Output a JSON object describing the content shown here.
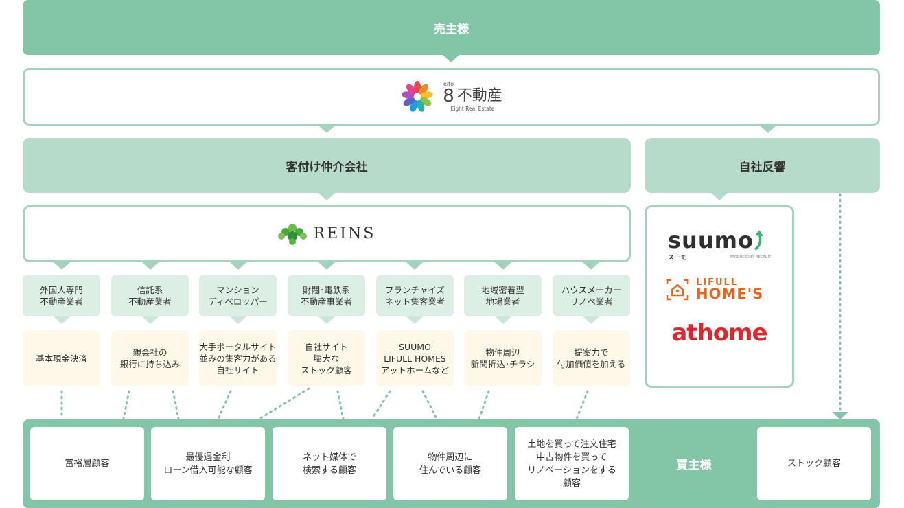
{
  "seller": {
    "label": "売主様"
  },
  "company": {
    "ruby": "eito",
    "numeral": "8",
    "name": "不動産",
    "english": "Eight Real Estate"
  },
  "brokers": {
    "label": "客付け仲介会社"
  },
  "own_response": {
    "label": "自社反響"
  },
  "reins": {
    "label": "REINS"
  },
  "portals": {
    "suumo": {
      "name": "suumo",
      "kana": "スーモ",
      "tagline": "PRODUCED BY RECRUIT"
    },
    "lifull": {
      "line1": "LIFULL",
      "line2": "HOME'S"
    },
    "athome": {
      "name": "athome",
      "left": "at",
      "right": "home"
    }
  },
  "categories": [
    "外国人専門\n不動産業者",
    "信託系\n不動産業者",
    "マンション\nディベロッパー",
    "財閥･電鉄系\n不動産事業者",
    "フランチャイズ\nネット集客業者",
    "地域密着型\n地場業者",
    "ハウスメーカー\nリノベ業者"
  ],
  "tactics": [
    "基本現金決済",
    "親会社の\n銀行に持ち込み",
    "大手ポータルサイト\n並みの集客力がある\n自社サイト",
    "自社サイト\n膨大な\nストック顧客",
    "SUUMO\nLIFULL HOMES\nアットホームなど",
    "物件周辺\n新聞折込･チラシ",
    "提案力で\n付加価値を加える"
  ],
  "buyers": {
    "label": "買主様",
    "segments": [
      "富裕層顧客",
      "最優遇金利\nローン借入可能な顧客",
      "ネット媒体で\n検索する顧客",
      "物件周辺に\n住んでいる顧客",
      "土地を買って注文住宅\n中古物件を買って\nリノベーションをする\n顧客"
    ],
    "stock": "ストック顧客"
  },
  "colors": {
    "primary_green": "#83c6a7",
    "light_green": "#b7dbca",
    "pale_green": "#dcefe5",
    "cream": "#fdf8e7",
    "dotted_line": "#83c6a7",
    "suumo_green": "#3bb26e",
    "lifull_orange": "#e9641e",
    "athome_red": "#e0262d"
  }
}
